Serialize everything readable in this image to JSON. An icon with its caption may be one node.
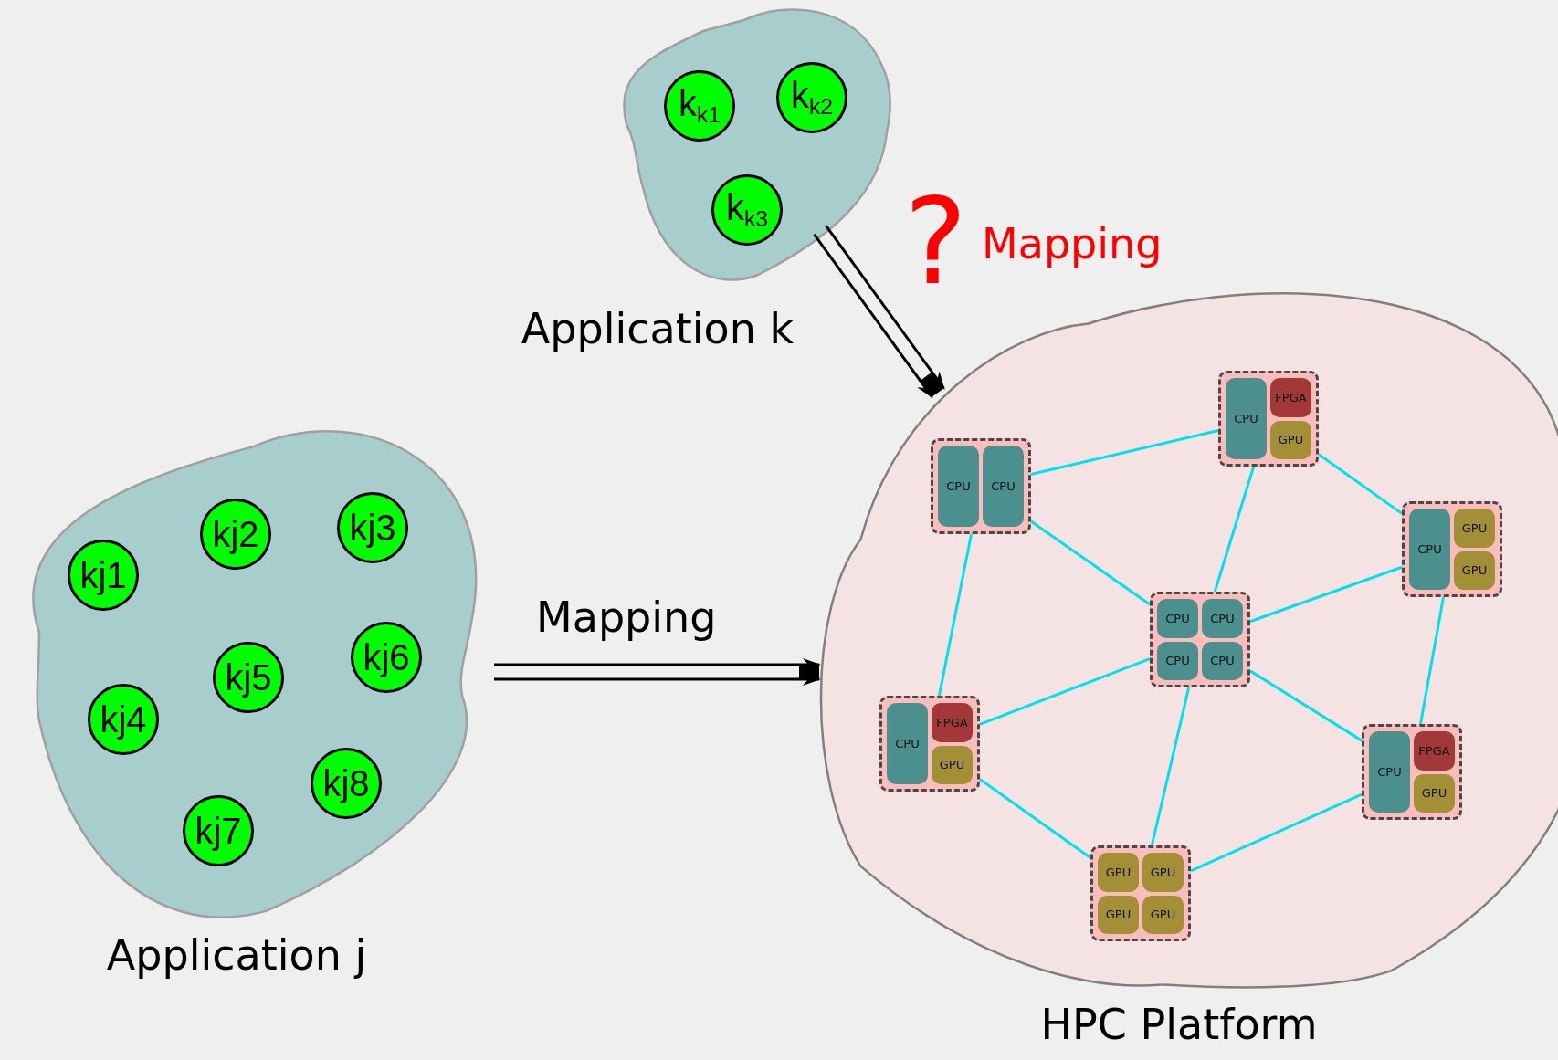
{
  "diagram": {
    "nodes": [
      {
        "text": [
          "Application k"
        ]
      },
      {
        "text": [
          "k$_{k1}$"
        ],
        "in": 0
      },
      {
        "text": [
          "k$_{k2}$"
        ],
        "in": 0
      },
      {
        "text": [
          "k$_{k3}$"
        ],
        "in": 0
      },
      {
        "text": [
          "Application j"
        ]
      },
      {
        "text": [
          "kj1"
        ],
        "in": 4
      },
      {
        "text": [
          "kj2"
        ],
        "in": 4
      },
      {
        "text": [
          "kj3"
        ],
        "in": 4
      },
      {
        "text": [
          "kj4"
        ],
        "in": 4
      },
      {
        "text": [
          "kj5"
        ],
        "in": 4
      },
      {
        "text": [
          "kj6"
        ],
        "in": 4
      },
      {
        "text": [
          "kj7"
        ],
        "in": 4
      },
      {
        "text": [
          "kj8"
        ],
        "in": 4
      },
      {
        "text": [
          "HPC Platform"
        ]
      },
      {
        "text": [],
        "shape": "box",
        "in": 13
      },
      {
        "text": [
          "CPU"
        ],
        "in": 14
      },
      {
        "text": [
          "FPGA"
        ],
        "in": 14
      },
      {
        "text": [
          "GPU"
        ],
        "in": 14
      },
      {
        "text": [],
        "shape": "box",
        "in": 13
      },
      {
        "text": [
          "CPU"
        ],
        "in": 18
      },
      {
        "text": [
          "CPU"
        ],
        "in": 18
      },
      {
        "text": [],
        "shape": "box",
        "in": 13
      },
      {
        "text": [
          "CPU"
        ],
        "in": 21
      },
      {
        "text": [
          "GPU"
        ],
        "in": 21
      },
      {
        "text": [
          "GPU"
        ],
        "in": 21
      },
      {
        "text": [],
        "shape": "box",
        "in": 13
      },
      {
        "text": [
          "CPU"
        ],
        "in": 25
      },
      {
        "text": [
          "CPU"
        ],
        "in": 25
      },
      {
        "text": [
          "CPU"
        ],
        "in": 25
      },
      {
        "text": [
          "CPU"
        ],
        "in": 25
      },
      {
        "text": [],
        "shape": "box",
        "in": 13
      },
      {
        "text": [
          "CPU"
        ],
        "in": 30
      },
      {
        "text": [
          "FPGA"
        ],
        "in": 30
      },
      {
        "text": [
          "GPU"
        ],
        "in": 30
      },
      {
        "text": [],
        "shape": "box",
        "in": 13
      },
      {
        "text": [
          "CPU"
        ],
        "in": 34
      },
      {
        "text": [
          "FPGA"
        ],
        "in": 34
      },
      {
        "text": [
          "GPU"
        ],
        "in": 34
      },
      {
        "text": [],
        "shape": "box",
        "in": 13
      },
      {
        "text": [
          "GPU"
        ],
        "in": 38
      },
      {
        "text": [
          "GPU"
        ],
        "in": 38
      },
      {
        "text": [
          "GPU"
        ],
        "in": 38
      },
      {
        "text": [
          "GPU"
        ],
        "in": 38
      }
    ],
    "edges": [
      {
        "from": 0,
        "to": 13,
        "arrow": "to",
        "style": "thick",
        "color": "#000000",
        "label": "Mapping"
      },
      {
        "from": 4,
        "to": 13,
        "arrow": "to",
        "style": "thick",
        "color": "#000000",
        "label": "Mapping"
      },
      {
        "from": 18,
        "to": 14,
        "arrow": "none"
      },
      {
        "from": 18,
        "to": 25,
        "arrow": "none"
      },
      {
        "from": 18,
        "to": 30,
        "arrow": "none"
      },
      {
        "from": 14,
        "to": 25,
        "arrow": "none"
      },
      {
        "from": 14,
        "to": 21,
        "arrow": "none"
      },
      {
        "from": 21,
        "to": 25,
        "arrow": "none"
      },
      {
        "from": 21,
        "to": 34,
        "arrow": "none"
      },
      {
        "from": 25,
        "to": 30,
        "arrow": "none"
      },
      {
        "from": 25,
        "to": 34,
        "arrow": "none"
      },
      {
        "from": 25,
        "to": 38,
        "arrow": "none"
      },
      {
        "from": 30,
        "to": 38,
        "arrow": "none"
      },
      {
        "from": 34,
        "to": 38,
        "arrow": "none"
      }
    ],
    "labels": [
      "?"
    ]
  }
}
